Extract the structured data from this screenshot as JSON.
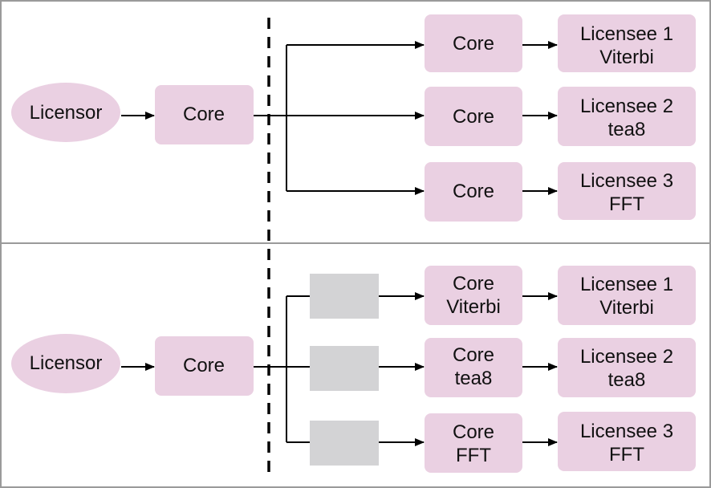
{
  "colors": {
    "node_fill": "#ead0e2",
    "placeholder_fill": "#d3d3d5",
    "frame": "#9a9a9a",
    "line": "#000000"
  },
  "top_panel": {
    "licensor": "Licensor",
    "core": "Core",
    "targets": [
      {
        "core": [
          "Core"
        ],
        "licensee": [
          "Licensee 1",
          "Viterbi"
        ]
      },
      {
        "core": [
          "Core"
        ],
        "licensee": [
          "Licensee 2",
          "tea8"
        ]
      },
      {
        "core": [
          "Core"
        ],
        "licensee": [
          "Licensee 3",
          "FFT"
        ]
      }
    ]
  },
  "bottom_panel": {
    "licensor": "Licensor",
    "core": "Core",
    "targets": [
      {
        "core": [
          "Core",
          "Viterbi"
        ],
        "licensee": [
          "Licensee 1",
          "Viterbi"
        ]
      },
      {
        "core": [
          "Core",
          "tea8"
        ],
        "licensee": [
          "Licensee 2",
          "tea8"
        ]
      },
      {
        "core": [
          "Core",
          "FFT"
        ],
        "licensee": [
          "Licensee 3",
          "FFT"
        ]
      }
    ]
  }
}
